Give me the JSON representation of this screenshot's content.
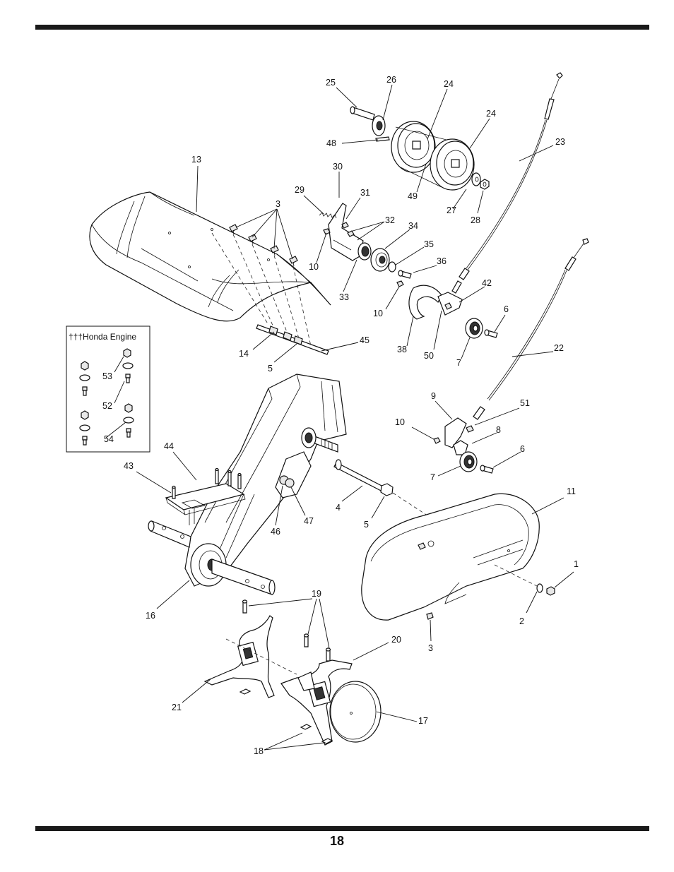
{
  "page": {
    "number": "18"
  },
  "inset": {
    "title": "†††Honda Engine"
  },
  "callouts": [
    {
      "id": "c25",
      "label": "25"
    },
    {
      "id": "c26",
      "label": "26"
    },
    {
      "id": "c24a",
      "label": "24"
    },
    {
      "id": "c24b",
      "label": "24"
    },
    {
      "id": "c23",
      "label": "23"
    },
    {
      "id": "c48",
      "label": "48"
    },
    {
      "id": "c49",
      "label": "49"
    },
    {
      "id": "c27",
      "label": "27"
    },
    {
      "id": "c28",
      "label": "28"
    },
    {
      "id": "c13",
      "label": "13"
    },
    {
      "id": "c30",
      "label": "30"
    },
    {
      "id": "c29",
      "label": "29"
    },
    {
      "id": "c31",
      "label": "31"
    },
    {
      "id": "c3a",
      "label": "3"
    },
    {
      "id": "c32",
      "label": "32"
    },
    {
      "id": "c34",
      "label": "34"
    },
    {
      "id": "c35",
      "label": "35"
    },
    {
      "id": "c36",
      "label": "36"
    },
    {
      "id": "c10a",
      "label": "10"
    },
    {
      "id": "c33",
      "label": "33"
    },
    {
      "id": "c10b",
      "label": "10"
    },
    {
      "id": "c42",
      "label": "42"
    },
    {
      "id": "c6a",
      "label": "6"
    },
    {
      "id": "c45",
      "label": "45"
    },
    {
      "id": "c14",
      "label": "14"
    },
    {
      "id": "c5a",
      "label": "5"
    },
    {
      "id": "c38",
      "label": "38"
    },
    {
      "id": "c50",
      "label": "50"
    },
    {
      "id": "c7a",
      "label": "7"
    },
    {
      "id": "c22",
      "label": "22"
    },
    {
      "id": "c53",
      "label": "53"
    },
    {
      "id": "c52",
      "label": "52"
    },
    {
      "id": "c54",
      "label": "54"
    },
    {
      "id": "c9",
      "label": "9"
    },
    {
      "id": "c51",
      "label": "51"
    },
    {
      "id": "c10c",
      "label": "10"
    },
    {
      "id": "c8",
      "label": "8"
    },
    {
      "id": "c6b",
      "label": "6"
    },
    {
      "id": "c7b",
      "label": "7"
    },
    {
      "id": "c44",
      "label": "44"
    },
    {
      "id": "c43",
      "label": "43"
    },
    {
      "id": "c11",
      "label": "11"
    },
    {
      "id": "c4",
      "label": "4"
    },
    {
      "id": "c5b",
      "label": "5"
    },
    {
      "id": "c47",
      "label": "47"
    },
    {
      "id": "c46",
      "label": "46"
    },
    {
      "id": "c1",
      "label": "1"
    },
    {
      "id": "c16",
      "label": "16"
    },
    {
      "id": "c19",
      "label": "19"
    },
    {
      "id": "c2",
      "label": "2"
    },
    {
      "id": "c3b",
      "label": "3"
    },
    {
      "id": "c20",
      "label": "20"
    },
    {
      "id": "c21",
      "label": "21"
    },
    {
      "id": "c17",
      "label": "17"
    },
    {
      "id": "c18",
      "label": "18"
    }
  ]
}
